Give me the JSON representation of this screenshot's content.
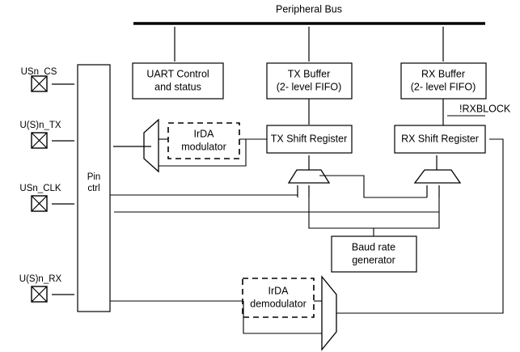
{
  "figure": {
    "title": "Peripheral Bus",
    "type": "block-diagram",
    "subject": "UART / USART peripheral block diagram"
  },
  "bus": {
    "label": "Peripheral Bus"
  },
  "blocks": {
    "pin_ctrl": {
      "line1": "Pin",
      "line2": "ctrl"
    },
    "uart_control": {
      "line1": "UART Control",
      "line2": "and status"
    },
    "tx_buffer": {
      "line1": "TX Buffer",
      "line2": "(2- level FIFO)"
    },
    "rx_buffer": {
      "line1": "RX Buffer",
      "line2": "(2- level FIFO)"
    },
    "tx_shift_register": {
      "line1": "TX Shift Register"
    },
    "rx_shift_register": {
      "line1": "RX Shift Register"
    },
    "irda_modulator": {
      "line1": "IrDA",
      "line2": "modulator"
    },
    "irda_demodulator": {
      "line1": "IrDA",
      "line2": "demodulator"
    },
    "baud_rate_generator": {
      "line1": "Baud rate",
      "line2": "generator"
    }
  },
  "pins": [
    {
      "id": "us_n_cs",
      "label": "USn_CS"
    },
    {
      "id": "u_s_n_tx",
      "label": "U(S)n_TX"
    },
    {
      "id": "us_n_clk",
      "label": "USn_CLK"
    },
    {
      "id": "u_s_n_rx",
      "label": "U(S)n_RX"
    }
  ],
  "signals": [
    {
      "id": "rxblock",
      "label": "!RXBLOCK"
    }
  ],
  "colors": {
    "stroke": "#000000",
    "fill": "#ffffff",
    "background": "#ffffff"
  }
}
